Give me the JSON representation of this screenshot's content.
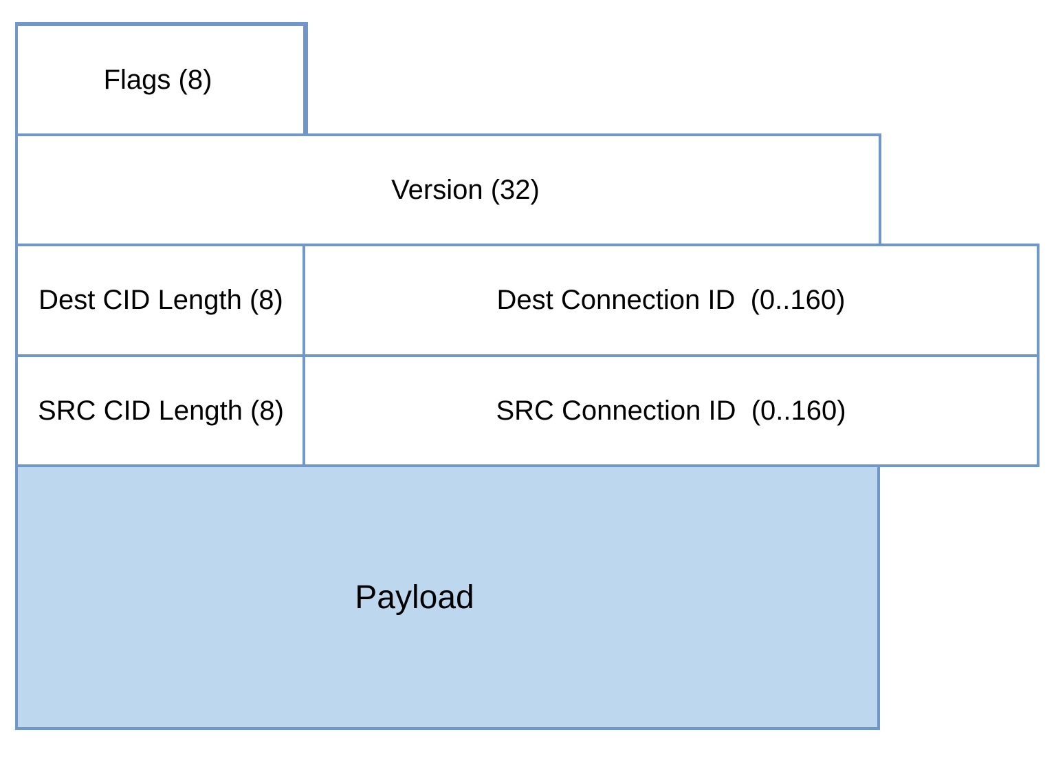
{
  "diagram": {
    "fields": {
      "flags": "Flags (8)",
      "version": "Version (32)",
      "dest_cid_length": "Dest CID Length (8)",
      "dest_connection_id": "Dest Connection ID  (0..160)",
      "src_cid_length": "SRC CID Length (8)",
      "src_connection_id": "SRC Connection ID  (0..160)",
      "payload": "Payload"
    },
    "colors": {
      "border": "#6f97ca",
      "payload_fill": "#bdd7ee",
      "field_fill": "#ffffff",
      "text": "#000000"
    }
  }
}
